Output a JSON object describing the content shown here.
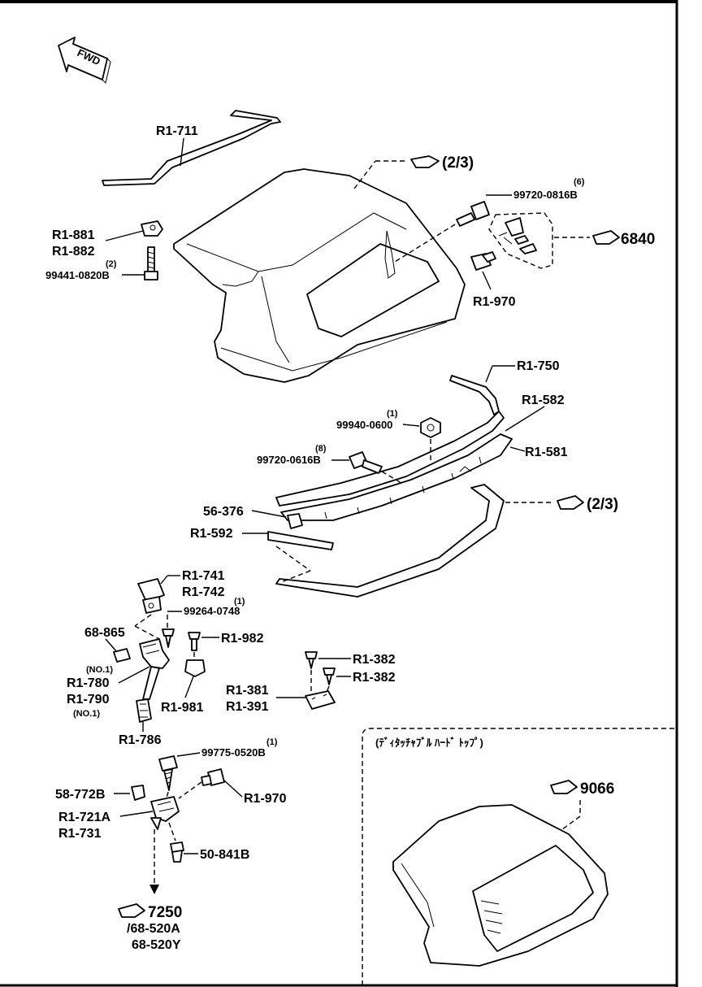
{
  "fwd": "FWD",
  "labels": {
    "r1_711": "R1-711",
    "ref_23_top": "(2/3)",
    "qty_6": "(6)",
    "p99720_0816b": "99720-0816B",
    "r1_881": "R1-881",
    "r1_882": "R1-882",
    "qty_2": "(2)",
    "p99441_0820b": "99441-0820B",
    "ref_6840": "6840",
    "r1_970_top": "R1-970",
    "r1_750": "R1-750",
    "r1_582": "R1-582",
    "qty_1a": "(1)",
    "p99940_0600": "99940-0600",
    "r1_581": "R1-581",
    "qty_8": "(8)",
    "p99720_0616b": "99720-0616B",
    "ref_23_mid": "(2/3)",
    "p56_376": "56-376",
    "r1_592": "R1-592",
    "r1_741": "R1-741",
    "r1_742": "R1-742",
    "qty_1b": "(1)",
    "p99264_0748": "99264-0748",
    "p68_865": "68-865",
    "r1_982": "R1-982",
    "no1_a": "(NO.1)",
    "r1_780": "R1-780",
    "r1_790": "R1-790",
    "no1_b": "(NO.1)",
    "r1_981": "R1-981",
    "r1_786": "R1-786",
    "r1_382_a": "R1-382",
    "r1_382_b": "R1-382",
    "r1_381": "R1-381",
    "r1_391": "R1-391",
    "qty_1c": "(1)",
    "p99775_0520b": "99775-0520B",
    "p58_772b": "58-772B",
    "r1_970_bottom": "R1-970",
    "r1_721a": "R1-721A",
    "r1_731": "R1-731",
    "p50_841b": "50-841B",
    "ref_7250": "7250",
    "p68_520a": "/68-520A",
    "p68_520y": "68-520Y",
    "detachable": "(ﾃﾞｨﾀｯﾁｬﾌﾞﾙ ﾊｰﾄﾞ ﾄｯﾌﾟ)",
    "ref_9066": "9066"
  }
}
